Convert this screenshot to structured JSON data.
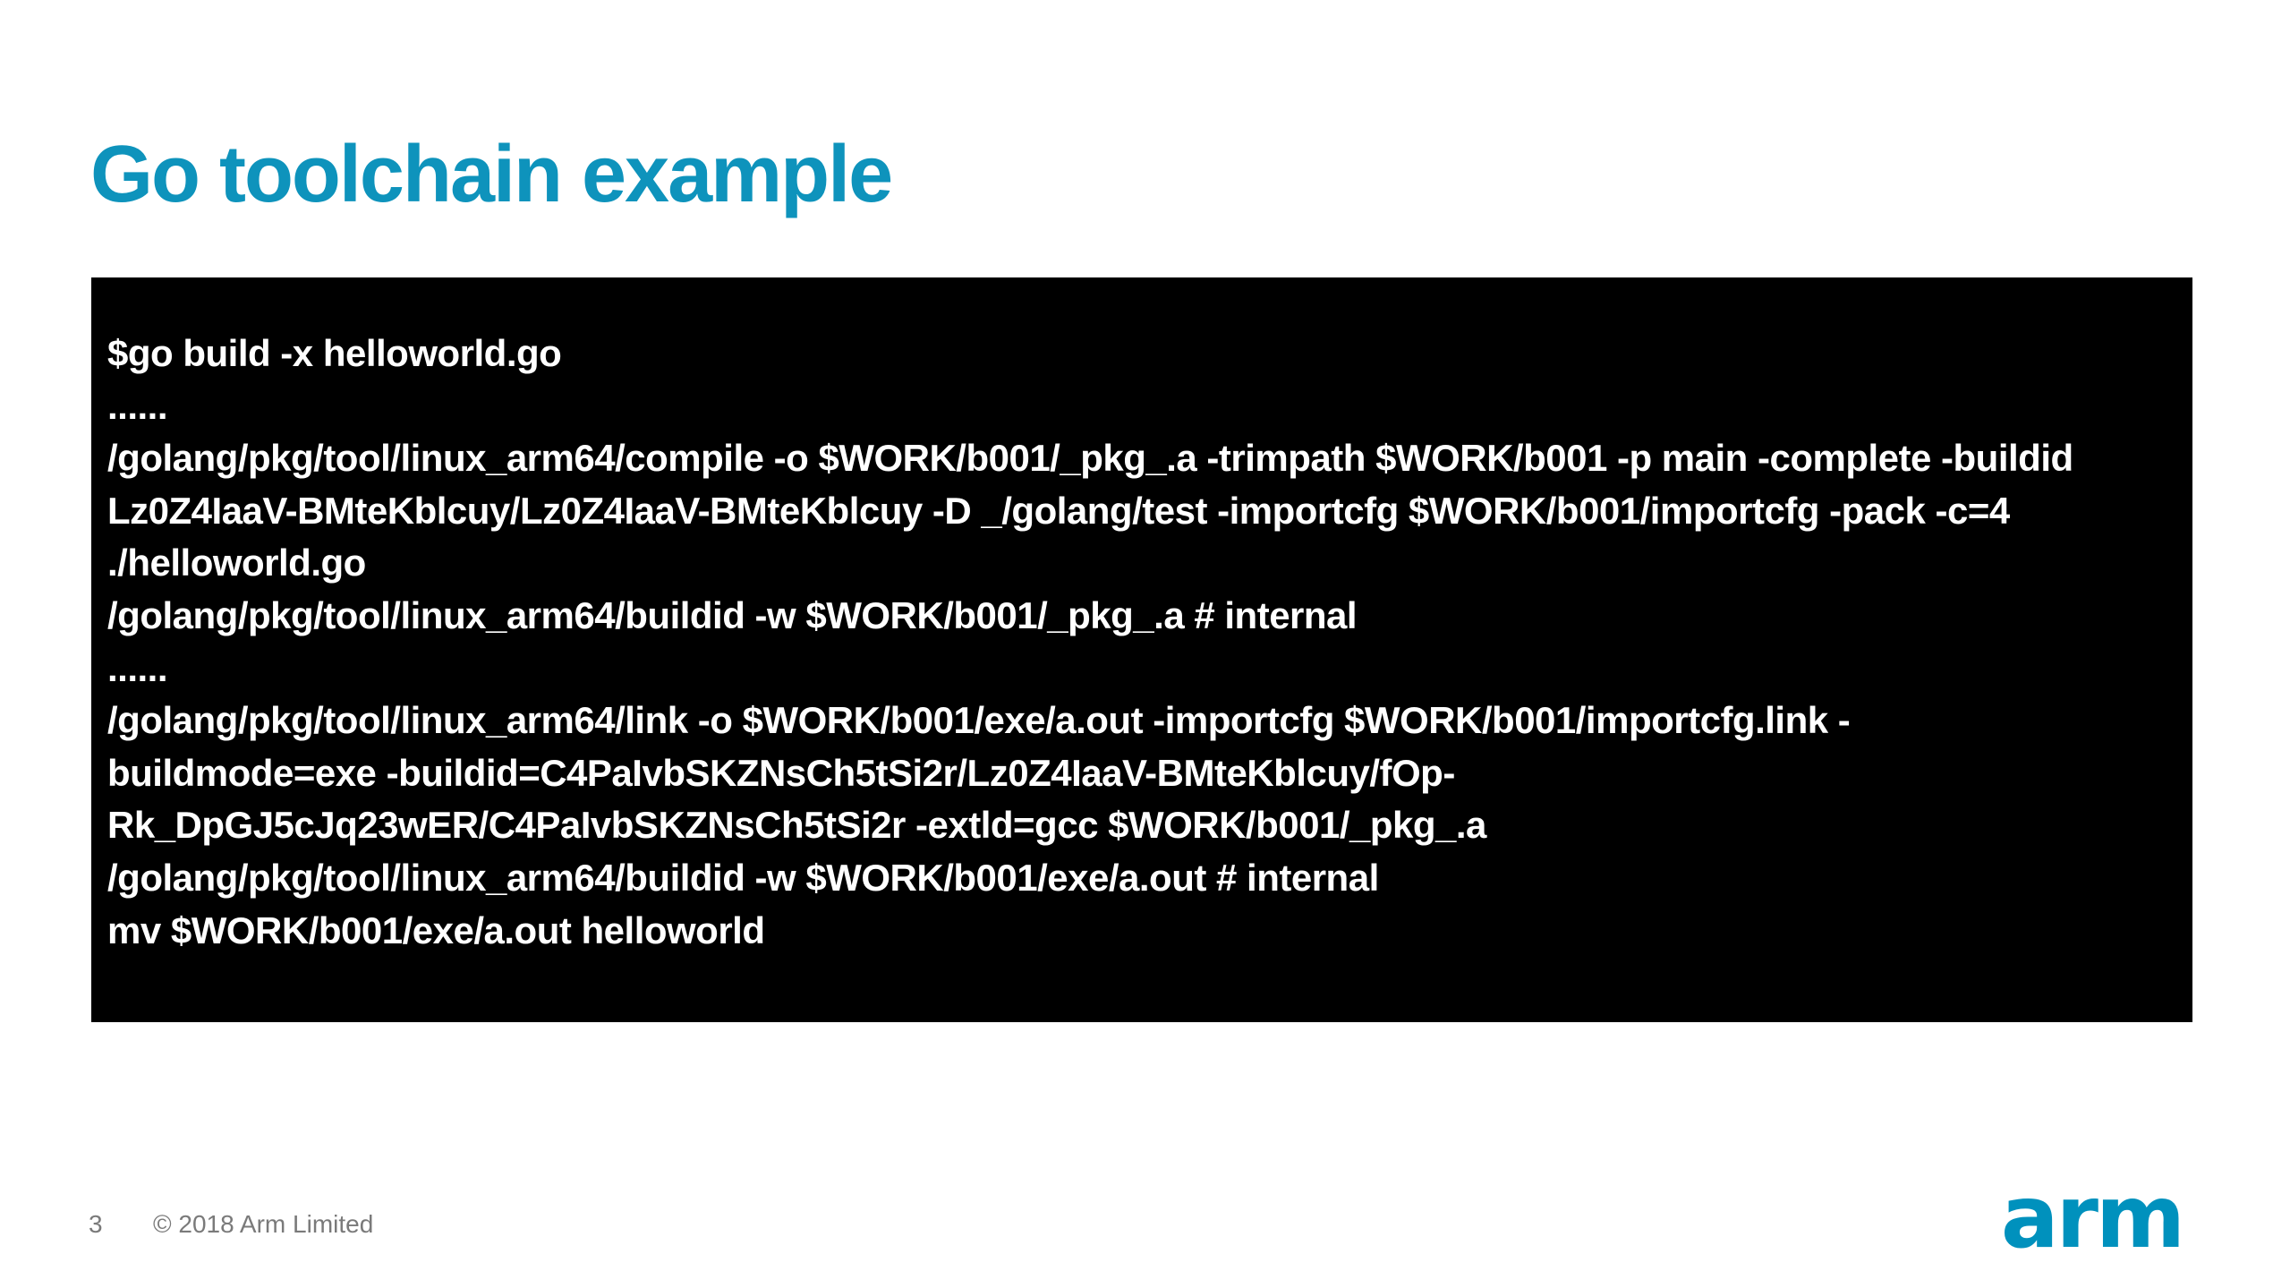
{
  "slide": {
    "title": "Go toolchain example",
    "terminal": {
      "lines": [
        "$go build -x helloworld.go",
        "......",
        "/golang/pkg/tool/linux_arm64/compile -o $WORK/b001/_pkg_.a -trimpath $WORK/b001 -p main -complete -buildid",
        "Lz0Z4IaaV-BMteKblcuy/Lz0Z4IaaV-BMteKblcuy -D _/golang/test -importcfg $WORK/b001/importcfg -pack -c=4",
        "./helloworld.go",
        "/golang/pkg/tool/linux_arm64/buildid -w $WORK/b001/_pkg_.a # internal",
        "......",
        "/golang/pkg/tool/linux_arm64/link -o $WORK/b001/exe/a.out -importcfg $WORK/b001/importcfg.link -",
        "buildmode=exe -buildid=C4PaIvbSKZNsCh5tSi2r/Lz0Z4IaaV-BMteKblcuy/fOp-",
        "Rk_DpGJ5cJq23wER/C4PaIvbSKZNsCh5tSi2r -extld=gcc $WORK/b001/_pkg_.a",
        "/golang/pkg/tool/linux_arm64/buildid -w $WORK/b001/exe/a.out # internal",
        "mv $WORK/b001/exe/a.out helloworld"
      ]
    },
    "footer": {
      "page_number": "3",
      "copyright": "© 2018 Arm Limited"
    },
    "logo": {
      "text": "arm"
    }
  },
  "colors": {
    "title_accent": "#0E93BC",
    "logo_blue": "#0091BD",
    "terminal_background": "#000000",
    "terminal_text": "#FFFFFF",
    "footer_text": "#7A7A7A",
    "page_background": "#FFFFFF"
  }
}
